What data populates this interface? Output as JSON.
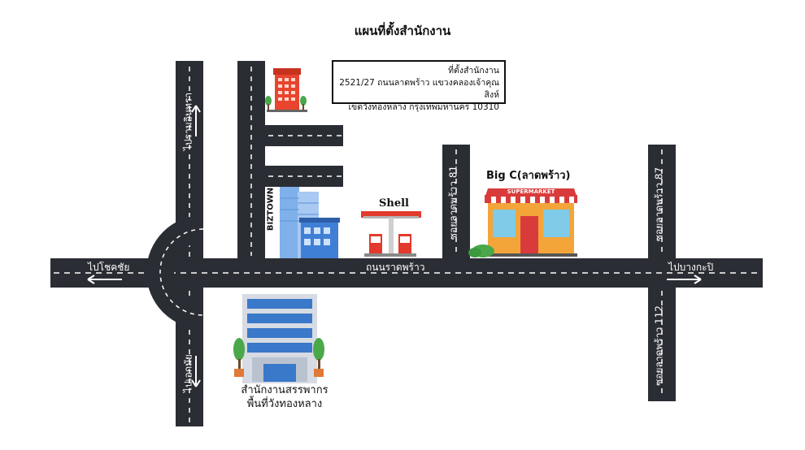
{
  "page_title": "แผนที่ตั้งสำนักงาน",
  "office_box": {
    "heading": "ที่ตั้งสำนักงาน",
    "address_line1": "2521/27 ถนนลาดพร้าว แขวงคลองเจ้าคุณสิงห์",
    "address_line2": "เขตวังทองหลาง กรุงเทพมหานคร 10310"
  },
  "roads": {
    "main_road": "ถนนราดพร้าว",
    "to_chok_chai": "ไปโชคชัย",
    "to_bang_kapi": "ไปบางกะปิ",
    "to_pradit_manutham": "ไปรามอินทรา",
    "to_ekkamai": "ไปเอกมัย",
    "soi_81": "ซอยลาดพร้าว 81",
    "soi_87": "ซอยลาดพร้าว 87",
    "soi_112": "ซอยลาดพร้าว 112"
  },
  "landmarks": {
    "shell": "Shell",
    "big_c": "Big C(ลาดพร้าว)",
    "supermarket_sign": "SUPERMARKET",
    "biztown": "BIZTOWN",
    "revenue_office_line1": "สำนักงานสรรพากร",
    "revenue_office_line2": "พื้นที่วังทองหลาง"
  },
  "colors": {
    "road": "#2b2d34",
    "road_marking": "#ffffff",
    "office_red": "#e8442e",
    "shell_red": "#e23a2c",
    "bigc_orange": "#f4a53a",
    "bigc_awning": "#d93b3b",
    "biz_blue": "#3f7fd6",
    "revenue_blue": "#3a78c9",
    "tree_green": "#4aa84a"
  }
}
